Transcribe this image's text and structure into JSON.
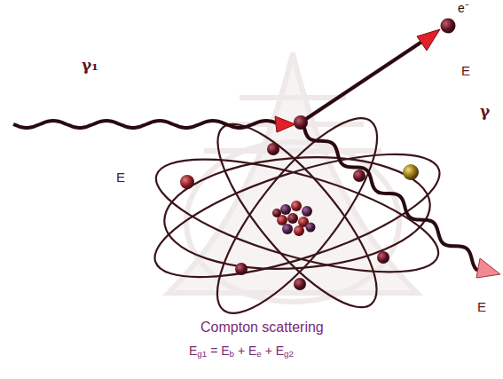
{
  "diagram": {
    "labels": [
      "γ₁",
      "E",
      "e⁻",
      "E",
      "γ",
      "E",
      "Compton scattering",
      "Eg1 = Eb + Ee + Eg2"
    ]
  }
}
